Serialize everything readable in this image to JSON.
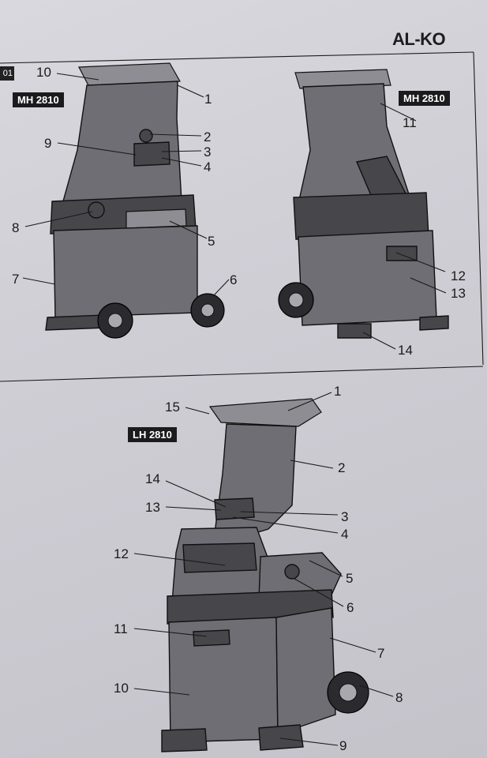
{
  "brand": "AL-KO",
  "page_tab": "01",
  "figures": {
    "mh_left": {
      "model": "MH 2810",
      "callouts": [
        "10",
        "1",
        "2",
        "9",
        "3",
        "4",
        "8",
        "5",
        "7",
        "6"
      ]
    },
    "mh_right": {
      "model": "MH 2810",
      "callouts": [
        "11",
        "12",
        "13",
        "14"
      ]
    },
    "lh": {
      "model": "LH 2810",
      "callouts": [
        "15",
        "1",
        "2",
        "14",
        "13",
        "3",
        "4",
        "12",
        "5",
        "6",
        "11",
        "7",
        "10",
        "8",
        "9"
      ]
    }
  }
}
